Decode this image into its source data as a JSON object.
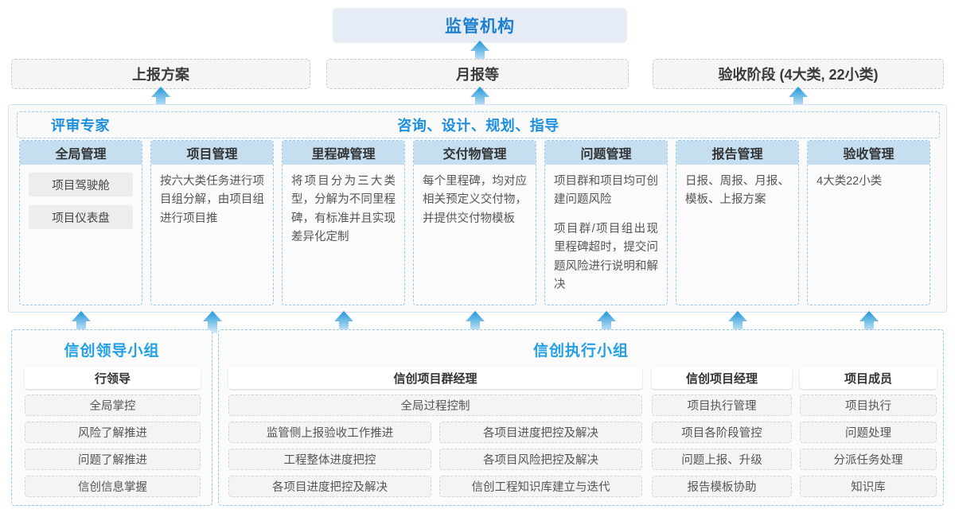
{
  "top": {
    "regulator": "监管机构",
    "reports": [
      {
        "label": "上报方案"
      },
      {
        "label": "月报等"
      },
      {
        "label": "验收阶段 (4大类, 22小类)"
      }
    ]
  },
  "middle": {
    "left_title": "评审专家",
    "center_title": "咨询、设计、规划、指导",
    "columns": [
      {
        "title": "全局管理",
        "pills": [
          "项目驾驶舱",
          "项目仪表盘"
        ],
        "paragraphs": []
      },
      {
        "title": "项目管理",
        "pills": [],
        "paragraphs": [
          "按六大类任务进行项目组分解，由项目组进行项目推"
        ]
      },
      {
        "title": "里程碑管理",
        "pills": [],
        "paragraphs": [
          "将项目分为三大类型，分解为不同里程碑，有标准并且实现差异化定制"
        ]
      },
      {
        "title": "交付物管理",
        "pills": [],
        "paragraphs": [
          "每个里程碑，均对应相关预定义交付物，并提供交付物模板"
        ]
      },
      {
        "title": "问题管理",
        "pills": [],
        "paragraphs": [
          "项目群和项目均可创建问题风险",
          "项目群/项目组出现里程碑超时，提交问题风险进行说明和解决"
        ]
      },
      {
        "title": "报告管理",
        "pills": [],
        "paragraphs": [
          "日报、周报、月报、模板、上报方案"
        ]
      },
      {
        "title": "验收管理",
        "pills": [],
        "paragraphs": [
          "4大类22小类"
        ]
      }
    ]
  },
  "bottom": {
    "left_panel": {
      "title": "信创领导小组",
      "group": {
        "head": "行领导",
        "items": [
          "全局掌控",
          "风险了解推进",
          "问题了解推进",
          "信创信息掌握"
        ]
      }
    },
    "right_panel": {
      "title": "信创执行小组",
      "groups": [
        {
          "head": "信创项目群经理",
          "full_item": "全局过程控制",
          "col_left": [
            "监管侧上报验收工作推进",
            "工程整体进度把控",
            "各项目进度把控及解决"
          ],
          "col_right": [
            "各项目进度把控及解决",
            "各项目风险把控及解决",
            "信创工程知识库建立与迭代"
          ]
        },
        {
          "head": "信创项目经理",
          "items": [
            "项目执行管理",
            "项目各阶段管控",
            "问题上报、升级",
            "报告模板协助"
          ]
        },
        {
          "head": "项目成员",
          "items": [
            "项目执行",
            "问题处理",
            "分派任务处理",
            "知识库"
          ]
        }
      ]
    }
  },
  "colors": {
    "accent_blue": "#1d8fe0",
    "regulator_bg": "#e6ecf5",
    "column_header_bg": "#c5dff0",
    "arrow_top": "#2196d8",
    "arrow_bottom": "#cfe9f8"
  },
  "icons": {
    "arrow_up": "arrow-up-icon"
  }
}
